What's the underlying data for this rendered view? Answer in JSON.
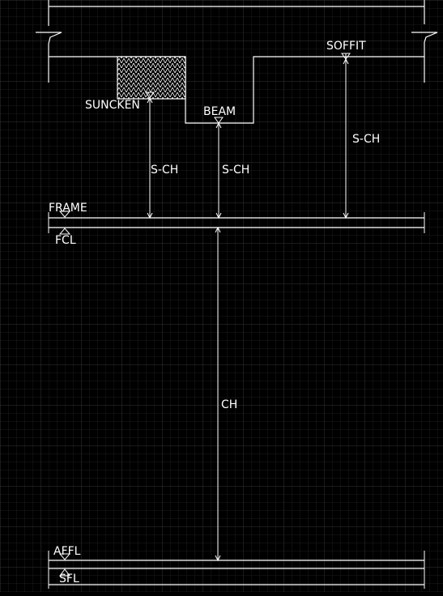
{
  "colors": {
    "background": "#000000",
    "grid_minor": "#1c1c1c",
    "grid_major": "#333333",
    "linework": "#ffffff"
  },
  "labels": {
    "soffit": "SOFFIT",
    "suncken": "SUNCKEN",
    "beam": "BEAM",
    "s_ch_suncken": "S-CH",
    "s_ch_beam": "S-CH",
    "s_ch_soffit": "S-CH",
    "frame": "FRAME",
    "fcl": "FCL",
    "ch": "CH",
    "affl": "AFFL",
    "sfl": "SFL"
  }
}
